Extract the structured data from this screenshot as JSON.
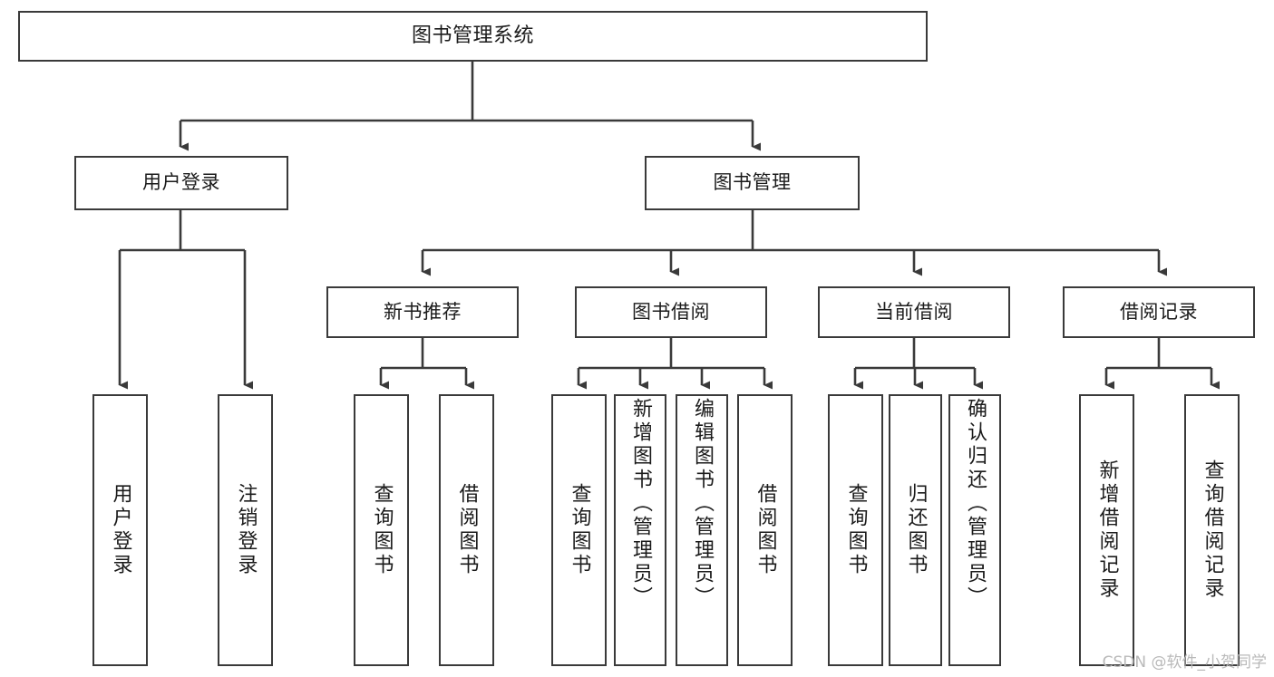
{
  "diagram": {
    "title": "图书管理系统",
    "type": "function-structure-tree",
    "background_color": "#ffffff",
    "line_color": "#3a3a3a",
    "text_color": "#1b1b1b",
    "watermark": "CSDN @软件_小贺同学"
  },
  "nodes": {
    "root": {
      "label": "图书管理系统"
    },
    "level1": [
      {
        "id": "user-login",
        "label": "用户登录"
      },
      {
        "id": "book-manage",
        "label": "图书管理"
      }
    ],
    "level2": [
      {
        "id": "new-book-recommend",
        "label": "新书推荐",
        "parent": "book-manage"
      },
      {
        "id": "book-borrow",
        "label": "图书借阅",
        "parent": "book-manage"
      },
      {
        "id": "current-borrow",
        "label": "当前借阅",
        "parent": "book-manage"
      },
      {
        "id": "borrow-record",
        "label": "借阅记录",
        "parent": "book-manage"
      }
    ],
    "leaves": {
      "user-login": [
        {
          "id": "leaf-user-login",
          "label": "用户登录"
        },
        {
          "id": "leaf-user-logout",
          "label": "注销登录"
        }
      ],
      "new-book-recommend": [
        {
          "id": "leaf-query-book-1",
          "label": "查询图书"
        },
        {
          "id": "leaf-borrow-book-1",
          "label": "借阅图书"
        }
      ],
      "book-borrow": [
        {
          "id": "leaf-query-book-2",
          "label": "查询图书"
        },
        {
          "id": "leaf-add-book",
          "label": "新增图书（管理员）"
        },
        {
          "id": "leaf-edit-book",
          "label": "编辑图书（管理员）"
        },
        {
          "id": "leaf-borrow-book-2",
          "label": "借阅图书"
        }
      ],
      "current-borrow": [
        {
          "id": "leaf-query-book-3",
          "label": "查询图书"
        },
        {
          "id": "leaf-return-book",
          "label": "归还图书"
        },
        {
          "id": "leaf-confirm-return",
          "label": "确认归还（管理员）"
        }
      ],
      "borrow-record": [
        {
          "id": "leaf-add-record",
          "label": "新增借阅记录"
        },
        {
          "id": "leaf-query-record",
          "label": "查询借阅记录"
        }
      ]
    }
  }
}
